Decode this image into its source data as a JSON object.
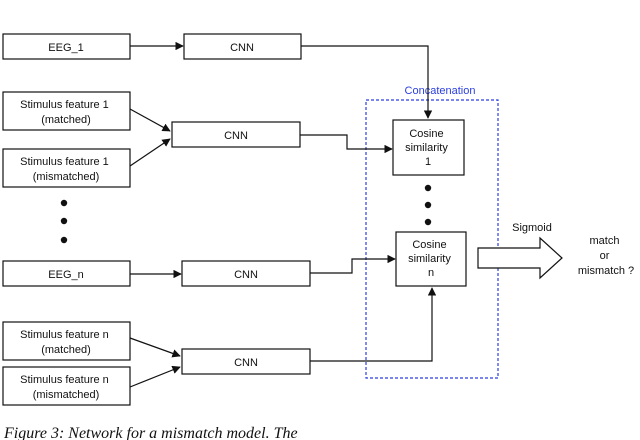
{
  "inputs": {
    "eeg_1": "EEG_1",
    "stim1_matched": [
      "Stimulus feature 1",
      "(matched)"
    ],
    "stim1_mismatched": [
      "Stimulus feature 1",
      "(mismatched)"
    ],
    "eeg_n": "EEG_n",
    "stimn_matched": [
      "Stimulus feature n",
      "(matched)"
    ],
    "stimn_mismatched": [
      "Stimulus feature n",
      "(mismatched)"
    ]
  },
  "cnn_label": "CNN",
  "cosine_1": [
    "Cosine",
    "similarity",
    "1"
  ],
  "cosine_n": [
    "Cosine",
    "similarity",
    "n"
  ],
  "concatenation_label": "Concatenation",
  "concat_color": "#2b3fe0",
  "sigmoid_label": "Sigmoid",
  "output": [
    "match",
    "or",
    "mismatch ?"
  ],
  "caption": "Figure 3: Network for a mismatch model. The"
}
